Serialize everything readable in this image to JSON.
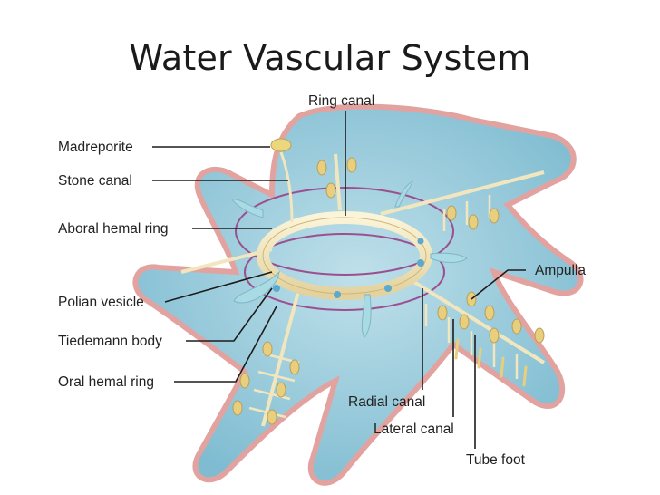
{
  "slide": {
    "title": "Water Vascular System"
  },
  "labels": {
    "ring_canal": "Ring canal",
    "madreporite": "Madreporite",
    "stone_canal": "Stone canal",
    "aboral_hemal_ring": "Aboral hemal ring",
    "polian_vesicle": "Polian vesicle",
    "tiedemann_body": "Tiedemann body",
    "oral_hemal_ring": "Oral hemal ring",
    "ampulla": "Ampulla",
    "radial_canal": "Radial canal",
    "lateral_canal": "Lateral canal",
    "tube_foot": "Tube foot"
  },
  "colors": {
    "body_blue": "#8ec6d8",
    "body_edge": "#e2a3a0",
    "canal_cream": "#f2e6bf",
    "ampulla_yellow": "#e8cf7d",
    "hemal_purple": "#9b4f8f",
    "vesicle_blue": "#a8dbe4"
  }
}
